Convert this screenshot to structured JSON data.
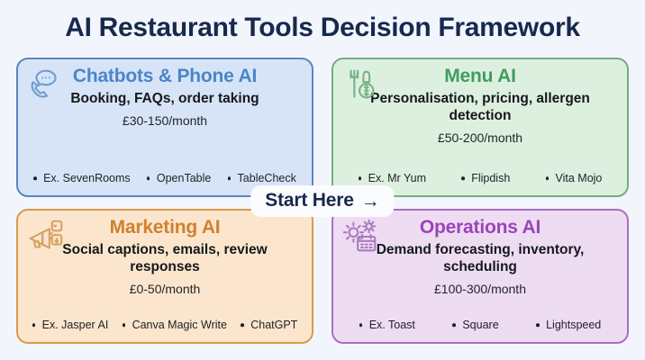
{
  "title": "AI Restaurant Tools Decision Framework",
  "theme": {
    "background": "#f2f6fc",
    "title_color": "#18294d"
  },
  "center_badge": {
    "label": "Start Here",
    "arrow": "→",
    "icon": "arrow-right-icon"
  },
  "quadrants": [
    {
      "id": "chatbots",
      "icon": "phone-chat-icon",
      "title": "Chatbots & Phone AI",
      "description": "Booking, FAQs, order taking",
      "price": "£30-150/month",
      "examples": [
        "Ex. SevenRooms",
        "OpenTable",
        "TableCheck"
      ],
      "title_color": "#4a86c8",
      "background": "#d7e4f7",
      "border_color": "#5b86bf"
    },
    {
      "id": "menu",
      "icon": "fork-knife-menu-icon",
      "title": "Menu AI",
      "description": "Personalisation, pricing, allergen detection",
      "price": "£50-200/month",
      "examples": [
        "Ex. Mr Yum",
        "Flipdish",
        "Vita Mojo"
      ],
      "title_color": "#3f9d5f",
      "background": "#ddf0e0",
      "border_color": "#74ad80"
    },
    {
      "id": "marketing",
      "icon": "megaphone-social-icon",
      "title": "Marketing AI",
      "description": "Social captions, emails, review responses",
      "price": "£0-50/month",
      "examples": [
        "Ex. Jasper AI",
        "Canva Magic Write",
        "ChatGPT"
      ],
      "title_color": "#d1802f",
      "background": "#fbe6cd",
      "border_color": "#d79a51"
    },
    {
      "id": "operations",
      "icon": "gears-calendar-icon",
      "title": "Operations AI",
      "description": "Demand forecasting, inventory, scheduling",
      "price": "£100-300/month",
      "examples": [
        "Ex. Toast",
        "Square",
        "Lightspeed"
      ],
      "title_color": "#9c44b8",
      "background": "#eedcf3",
      "border_color": "#a96fc0"
    }
  ]
}
